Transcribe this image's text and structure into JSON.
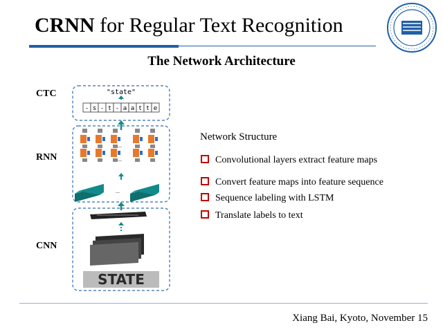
{
  "slide": {
    "title_bold": "CRNN",
    "title_rest": " for Regular Text Recognition",
    "subtitle": "The Network Architecture",
    "footer": "Xiang Bai, Kyoto, November 15"
  },
  "logo": {
    "label": "university-seal"
  },
  "diagram": {
    "layers": {
      "ctc": "CTC",
      "rnn": "RNN",
      "cnn": "CNN"
    },
    "output_text": "\"state\"",
    "sequence": [
      "-",
      "s",
      "-",
      "t",
      "-",
      "a",
      "a",
      "t",
      "t",
      "e"
    ],
    "ellipsis": "..."
  },
  "network_structure": {
    "heading": "Network Structure",
    "items": [
      "Convolutional layers extract feature maps",
      "Convert feature maps into feature sequence",
      "Sequence labeling with LSTM",
      "Translate labels to text"
    ]
  },
  "colors": {
    "accent_blue": "#1f5fa8",
    "bullet_red": "#c00000",
    "lstm_orange": "#e8792b",
    "lstm_blue": "#2e6fc7",
    "feature_teal": "#138a8a"
  }
}
